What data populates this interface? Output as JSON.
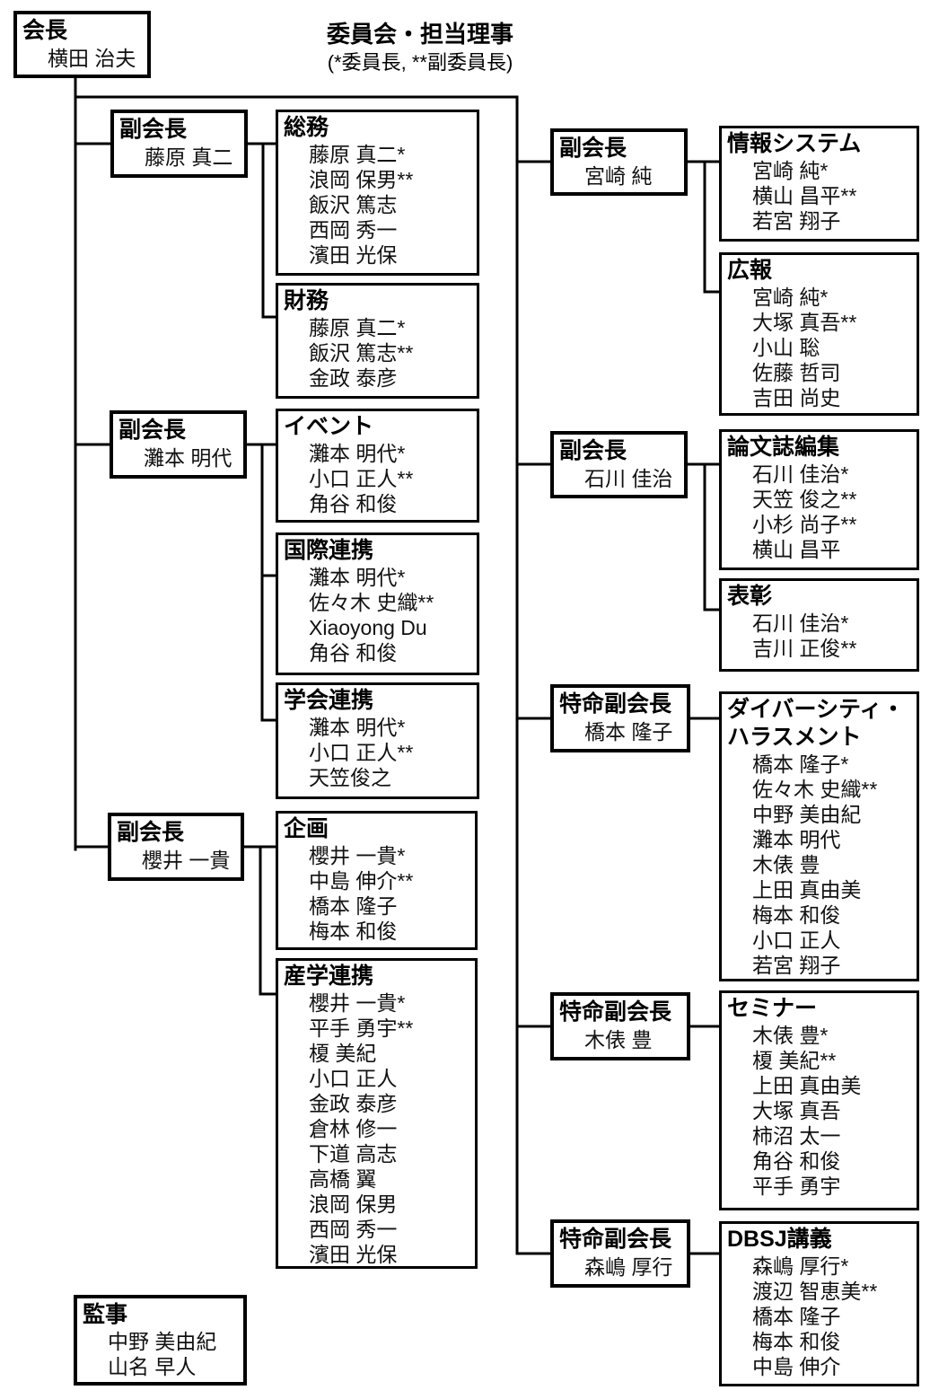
{
  "header": {
    "title": "委員会・担当理事",
    "subtitle": "(*委員長, **副委員長)"
  },
  "chairman": {
    "role": "会長",
    "name": "横田 治夫"
  },
  "auditors": {
    "title": "監事",
    "members": [
      "中野 美由紀",
      "山名 早人"
    ]
  },
  "left_branches": [
    {
      "role": "副会長",
      "name": "藤原 真二",
      "committees": [
        {
          "title": "総務",
          "members": [
            "藤原 真二*",
            "浪岡 保男**",
            "飯沢 篤志",
            "西岡 秀一",
            "濱田 光保"
          ]
        },
        {
          "title": "財務",
          "members": [
            "藤原 真二*",
            "飯沢 篤志**",
            "金政 泰彦"
          ]
        }
      ]
    },
    {
      "role": "副会長",
      "name": "灘本 明代",
      "committees": [
        {
          "title": "イベント",
          "members": [
            "灘本 明代*",
            "小口 正人**",
            "角谷 和俊"
          ]
        },
        {
          "title": "国際連携",
          "members": [
            "灘本 明代*",
            "佐々木 史織**",
            "Xiaoyong Du",
            "角谷 和俊"
          ]
        },
        {
          "title": "学会連携",
          "members": [
            "灘本 明代*",
            "小口 正人**",
            "天笠俊之"
          ]
        }
      ]
    },
    {
      "role": "副会長",
      "name": "櫻井 一貴",
      "committees": [
        {
          "title": "企画",
          "members": [
            "櫻井 一貴*",
            "中島 伸介**",
            "橋本 隆子",
            "梅本 和俊"
          ]
        },
        {
          "title": "産学連携",
          "members": [
            "櫻井 一貴*",
            "平手 勇宇**",
            "榎 美紀",
            "小口 正人",
            "金政 泰彦",
            "倉林 修一",
            "下道 高志",
            "高橋 翼",
            "浪岡 保男",
            "西岡 秀一",
            "濱田 光保"
          ]
        }
      ]
    }
  ],
  "right_branches": [
    {
      "role": "副会長",
      "name": "宮崎 純",
      "committees": [
        {
          "title": "情報システム",
          "members": [
            "宮崎 純*",
            "横山 昌平**",
            "若宮 翔子"
          ]
        },
        {
          "title": "広報",
          "members": [
            "宮崎 純*",
            "大塚 真吾**",
            "小山 聡",
            "佐藤 哲司",
            "吉田 尚史"
          ]
        }
      ]
    },
    {
      "role": "副会長",
      "name": "石川 佳治",
      "committees": [
        {
          "title": "論文誌編集",
          "members": [
            "石川 佳治*",
            "天笠 俊之**",
            "小杉 尚子**",
            "横山 昌平"
          ]
        },
        {
          "title": "表彰",
          "members": [
            "石川 佳治*",
            "吉川 正俊**"
          ]
        }
      ]
    },
    {
      "role": "特命副会長",
      "name": "橋本 隆子",
      "committees": [
        {
          "title": "ダイバーシティ・ハラスメント",
          "members": [
            "橋本 隆子*",
            "佐々木 史織**",
            "中野 美由紀",
            "灘本 明代",
            "木俵 豊",
            "上田 真由美",
            "梅本 和俊",
            "小口 正人",
            "若宮 翔子"
          ]
        }
      ]
    },
    {
      "role": "特命副会長",
      "name": "木俵 豊",
      "committees": [
        {
          "title": "セミナー",
          "members": [
            "木俵 豊*",
            "榎 美紀**",
            "上田 真由美",
            "大塚 真吾",
            "柿沼 太一",
            "角谷 和俊",
            "平手 勇宇"
          ]
        }
      ]
    },
    {
      "role": "特命副会長",
      "name": "森嶋 厚行",
      "committees": [
        {
          "title": "DBSJ講義",
          "members": [
            "森嶋 厚行*",
            "渡辺 智恵美**",
            "橋本 隆子",
            "梅本 和俊",
            "中島 伸介"
          ]
        }
      ]
    }
  ],
  "colors": {
    "line": "#000000",
    "background": "#ffffff",
    "text": "#000000"
  }
}
